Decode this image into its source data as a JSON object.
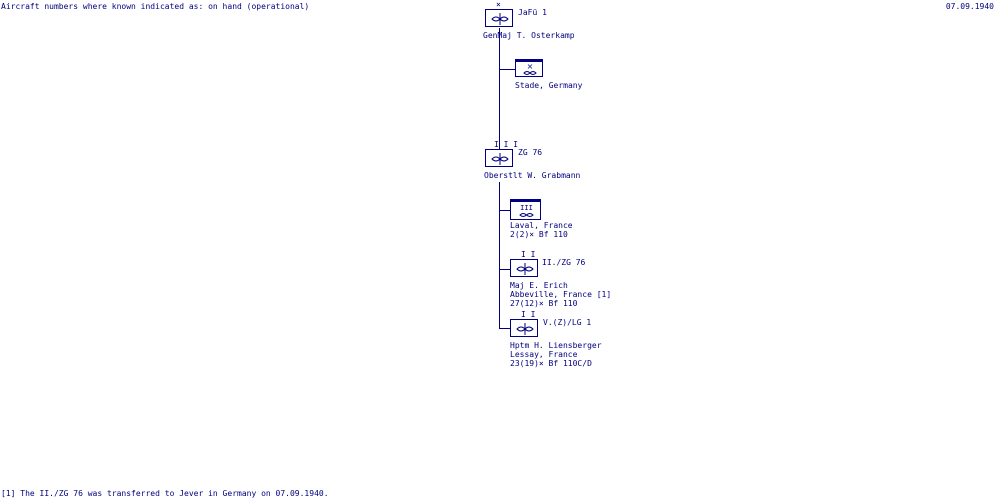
{
  "header": {
    "note": "Aircraft numbers where known indicated as: on hand (operational)",
    "date": "07.09.1940"
  },
  "footer": {
    "note": "[1] The II./ZG 76 was transferred to Jever in Germany on 07.09.1940."
  },
  "units": {
    "jafu": {
      "echelon": "×",
      "name": "JaFü 1",
      "commander": "GenMaj  T. Osterkamp"
    },
    "stade": {
      "echelon": "×",
      "location": "Stade, Germany"
    },
    "zg76": {
      "echelon": "I I I",
      "name": "ZG 76",
      "commander": "Oberstlt  W. Grabmann"
    },
    "laval": {
      "echelon": "I I I",
      "location": "Laval, France",
      "aircraft": "2(2)× Bf 110"
    },
    "ii_zg76": {
      "echelon": "I I",
      "name": "II./ZG 76",
      "commander": "Maj  E. Erich",
      "location": "Abbeville, France [1]",
      "aircraft": "27(12)× Bf 110"
    },
    "v_lg1": {
      "echelon": "I I",
      "name": "V.(Z)/LG 1",
      "commander": "Hptm  H. Liensberger",
      "location": "Lessay, France",
      "aircraft": "23(19)× Bf 110C/D"
    }
  },
  "colors": {
    "ink": "#000080",
    "background": "#ffffff"
  },
  "icons": {
    "fighter": "propeller-fighter-icon",
    "hq_base": "airbase-symbol-icon"
  }
}
